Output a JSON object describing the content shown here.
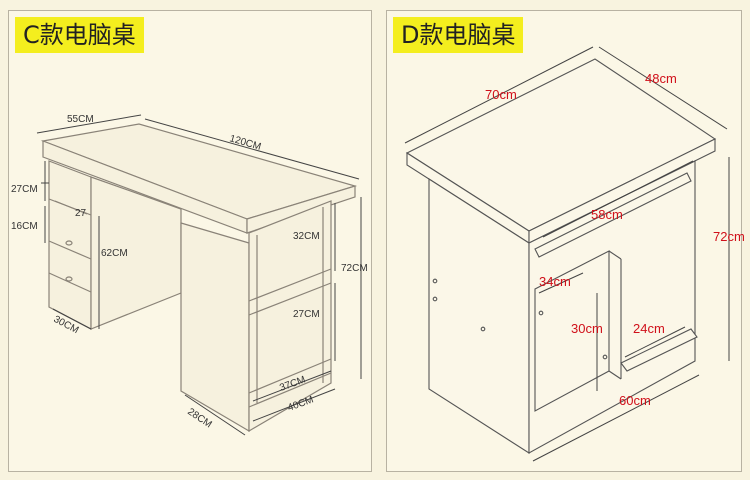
{
  "panels": {
    "c": {
      "title": "C款电脑桌",
      "dims": {
        "depth_top": "55CM",
        "width_top": "120CM",
        "drawer_top_h": "27CM",
        "drawer_w": "27",
        "drawer_mid_h": "16CM",
        "drawer_unit_h": "62CM",
        "drawer_depth": "30CM",
        "shelf_top_h": "32CM",
        "shelf_bottom_h": "27CM",
        "total_h": "72CM",
        "shelf_w": "37CM",
        "base_depth": "28CM",
        "base_w": "40CM"
      }
    },
    "d": {
      "title": "D款电脑桌",
      "dims": {
        "width_top": "70cm",
        "depth_top": "48cm",
        "keyboard_w": "58cm",
        "total_h": "72cm",
        "inner_w": "34cm",
        "inner_h": "30cm",
        "shelf_w": "24cm",
        "base_w": "60cm"
      }
    }
  }
}
